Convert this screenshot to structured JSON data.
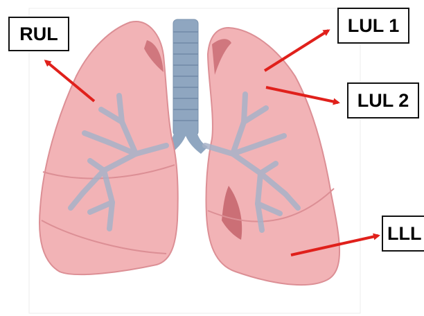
{
  "labels": {
    "rul": "RUL",
    "lul1": "LUL 1",
    "lul2": "LUL 2",
    "lll": "LLL"
  },
  "colors": {
    "lung_fill": "#f2b3b6",
    "lung_outline": "#dc8f95",
    "lung_inner_shadow": "#c4636b",
    "trachea": "#8fa6c0",
    "bronchi": "#a7b2c8",
    "arrow": "#e0201b",
    "label_border": "#111111"
  }
}
